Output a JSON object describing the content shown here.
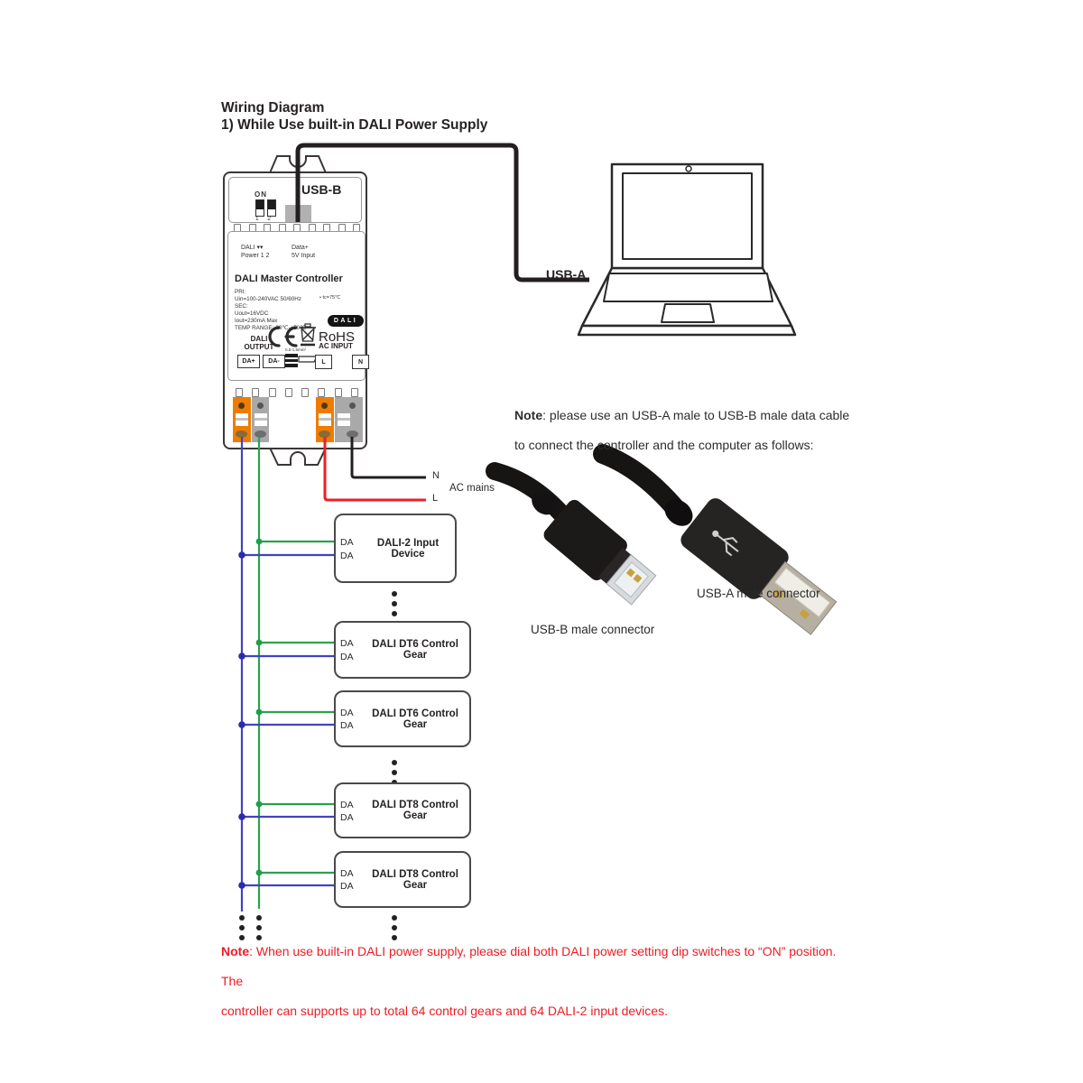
{
  "title": {
    "line1": "Wiring Diagram",
    "line2": "1) While Use built-in DALI Power Supply"
  },
  "controller": {
    "dip": {
      "on_label": "ON",
      "positions": "1 2"
    },
    "usb_port_label": "USB-B",
    "panel": {
      "dali_power_line1": "DALI ▾▾",
      "dali_power_line2": "Power 1 2",
      "data_line1": "Data+",
      "data_line2": "5V Input",
      "name": "DALI Master Controller",
      "specs": [
        "PRI:",
        "Uin=100-240VAC 50/60Hz",
        "SEC:",
        "Uout=16VDC",
        "Iout=230mA Max",
        "TEMP RANGE:-20℃-+50℃"
      ],
      "tc_note": "• tc=75℃",
      "dali_logo": "DALI",
      "rohs": "RoHS",
      "dali_output_line1": "DALI",
      "dali_output_line2": "OUTPUT",
      "terminal_da_plus": "DA+",
      "terminal_da_minus": "DA-",
      "wire_gauge": "0.5-1.5mm²",
      "ac_input_label": "AC INPUT",
      "terminal_l": "L",
      "terminal_n": "N"
    }
  },
  "laptop_connection": {
    "usb_a_label": "USB-A"
  },
  "ac_mains": {
    "n_label": "N",
    "l_label": "L",
    "caption": "AC mains"
  },
  "devices": [
    {
      "label": "DALI-2 Input Device",
      "da_top": "DA",
      "da_bottom": "DA"
    },
    {
      "label": "DALI DT6 Control Gear",
      "da_top": "DA",
      "da_bottom": "DA"
    },
    {
      "label": "DALI DT6 Control Gear",
      "da_top": "DA",
      "da_bottom": "DA"
    },
    {
      "label": "DALI DT8 Control Gear",
      "da_top": "DA",
      "da_bottom": "DA"
    },
    {
      "label": "DALI DT8 Control Gear",
      "da_top": "DA",
      "da_bottom": "DA"
    }
  ],
  "usb_note": {
    "bold": "Note",
    "line1_rest": ": please use an USB-A male to USB-B male data cable",
    "line2": "to connect the controller and the computer as follows:"
  },
  "photo": {
    "usb_b_caption": "USB-B male connector",
    "usb_a_caption": "USB-A male connector"
  },
  "bottom_note": {
    "bold": "Note",
    "line1_rest": ": When use built-in DALI power supply, please dial both DALI power setting dip switches to “ON” position. The",
    "line2": "controller can supports up to total 64 control gears and 64 DALI-2 input devices."
  },
  "colors": {
    "wire_red": "#ec2028",
    "wire_black": "#231f20",
    "wire_green": "#2ba24e",
    "wire_blue": "#4242c4",
    "junction_green": "#1e9e4a",
    "junction_blue": "#2a2ab2",
    "terminal_orange": "#ef7c00",
    "note_red": "#ec1c24"
  }
}
